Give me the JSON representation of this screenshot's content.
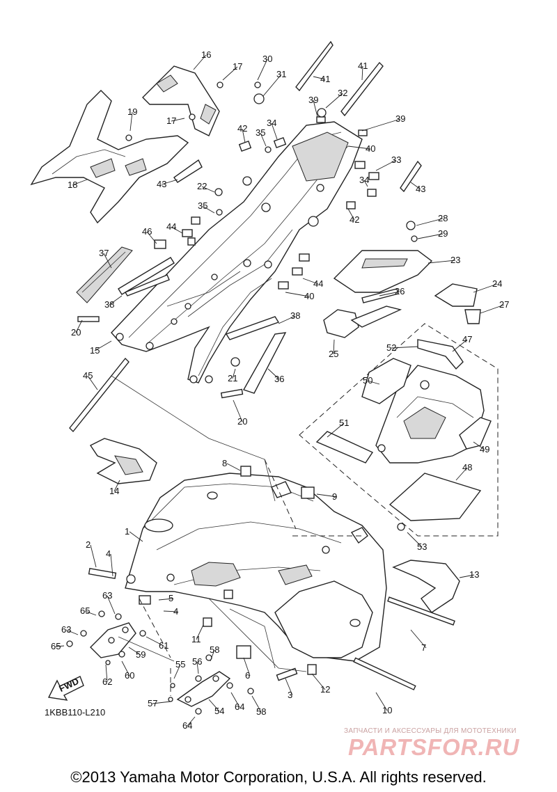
{
  "diagram": {
    "code": "1KBB110-L210",
    "fwd_label": "FWD",
    "callouts": [
      "1",
      "2",
      "3",
      "4",
      "4",
      "5",
      "6",
      "7",
      "8",
      "9",
      "10",
      "11",
      "12",
      "13",
      "14",
      "15",
      "16",
      "17",
      "17",
      "18",
      "19",
      "20",
      "20",
      "21",
      "22",
      "23",
      "24",
      "25",
      "26",
      "27",
      "28",
      "29",
      "30",
      "31",
      "32",
      "33",
      "34",
      "34",
      "35",
      "35",
      "36",
      "37",
      "38",
      "38",
      "39",
      "39",
      "40",
      "40",
      "41",
      "41",
      "42",
      "42",
      "43",
      "43",
      "44",
      "44",
      "45",
      "46",
      "47",
      "48",
      "49",
      "50",
      "51",
      "52",
      "53",
      "54",
      "55",
      "56",
      "57",
      "58",
      "58",
      "59",
      "60",
      "61",
      "62",
      "63",
      "63",
      "64",
      "64",
      "65",
      "65"
    ]
  },
  "watermark": {
    "subtitle": "ЗАПЧАСТИ И АКСЕССУАРЫ ДЛЯ МОТОТЕХНИКИ",
    "logo": "PARTSFOR.RU"
  },
  "footer": {
    "copyright": "©2013 Yamaha Motor Corporation, U.S.A. All rights reserved."
  }
}
